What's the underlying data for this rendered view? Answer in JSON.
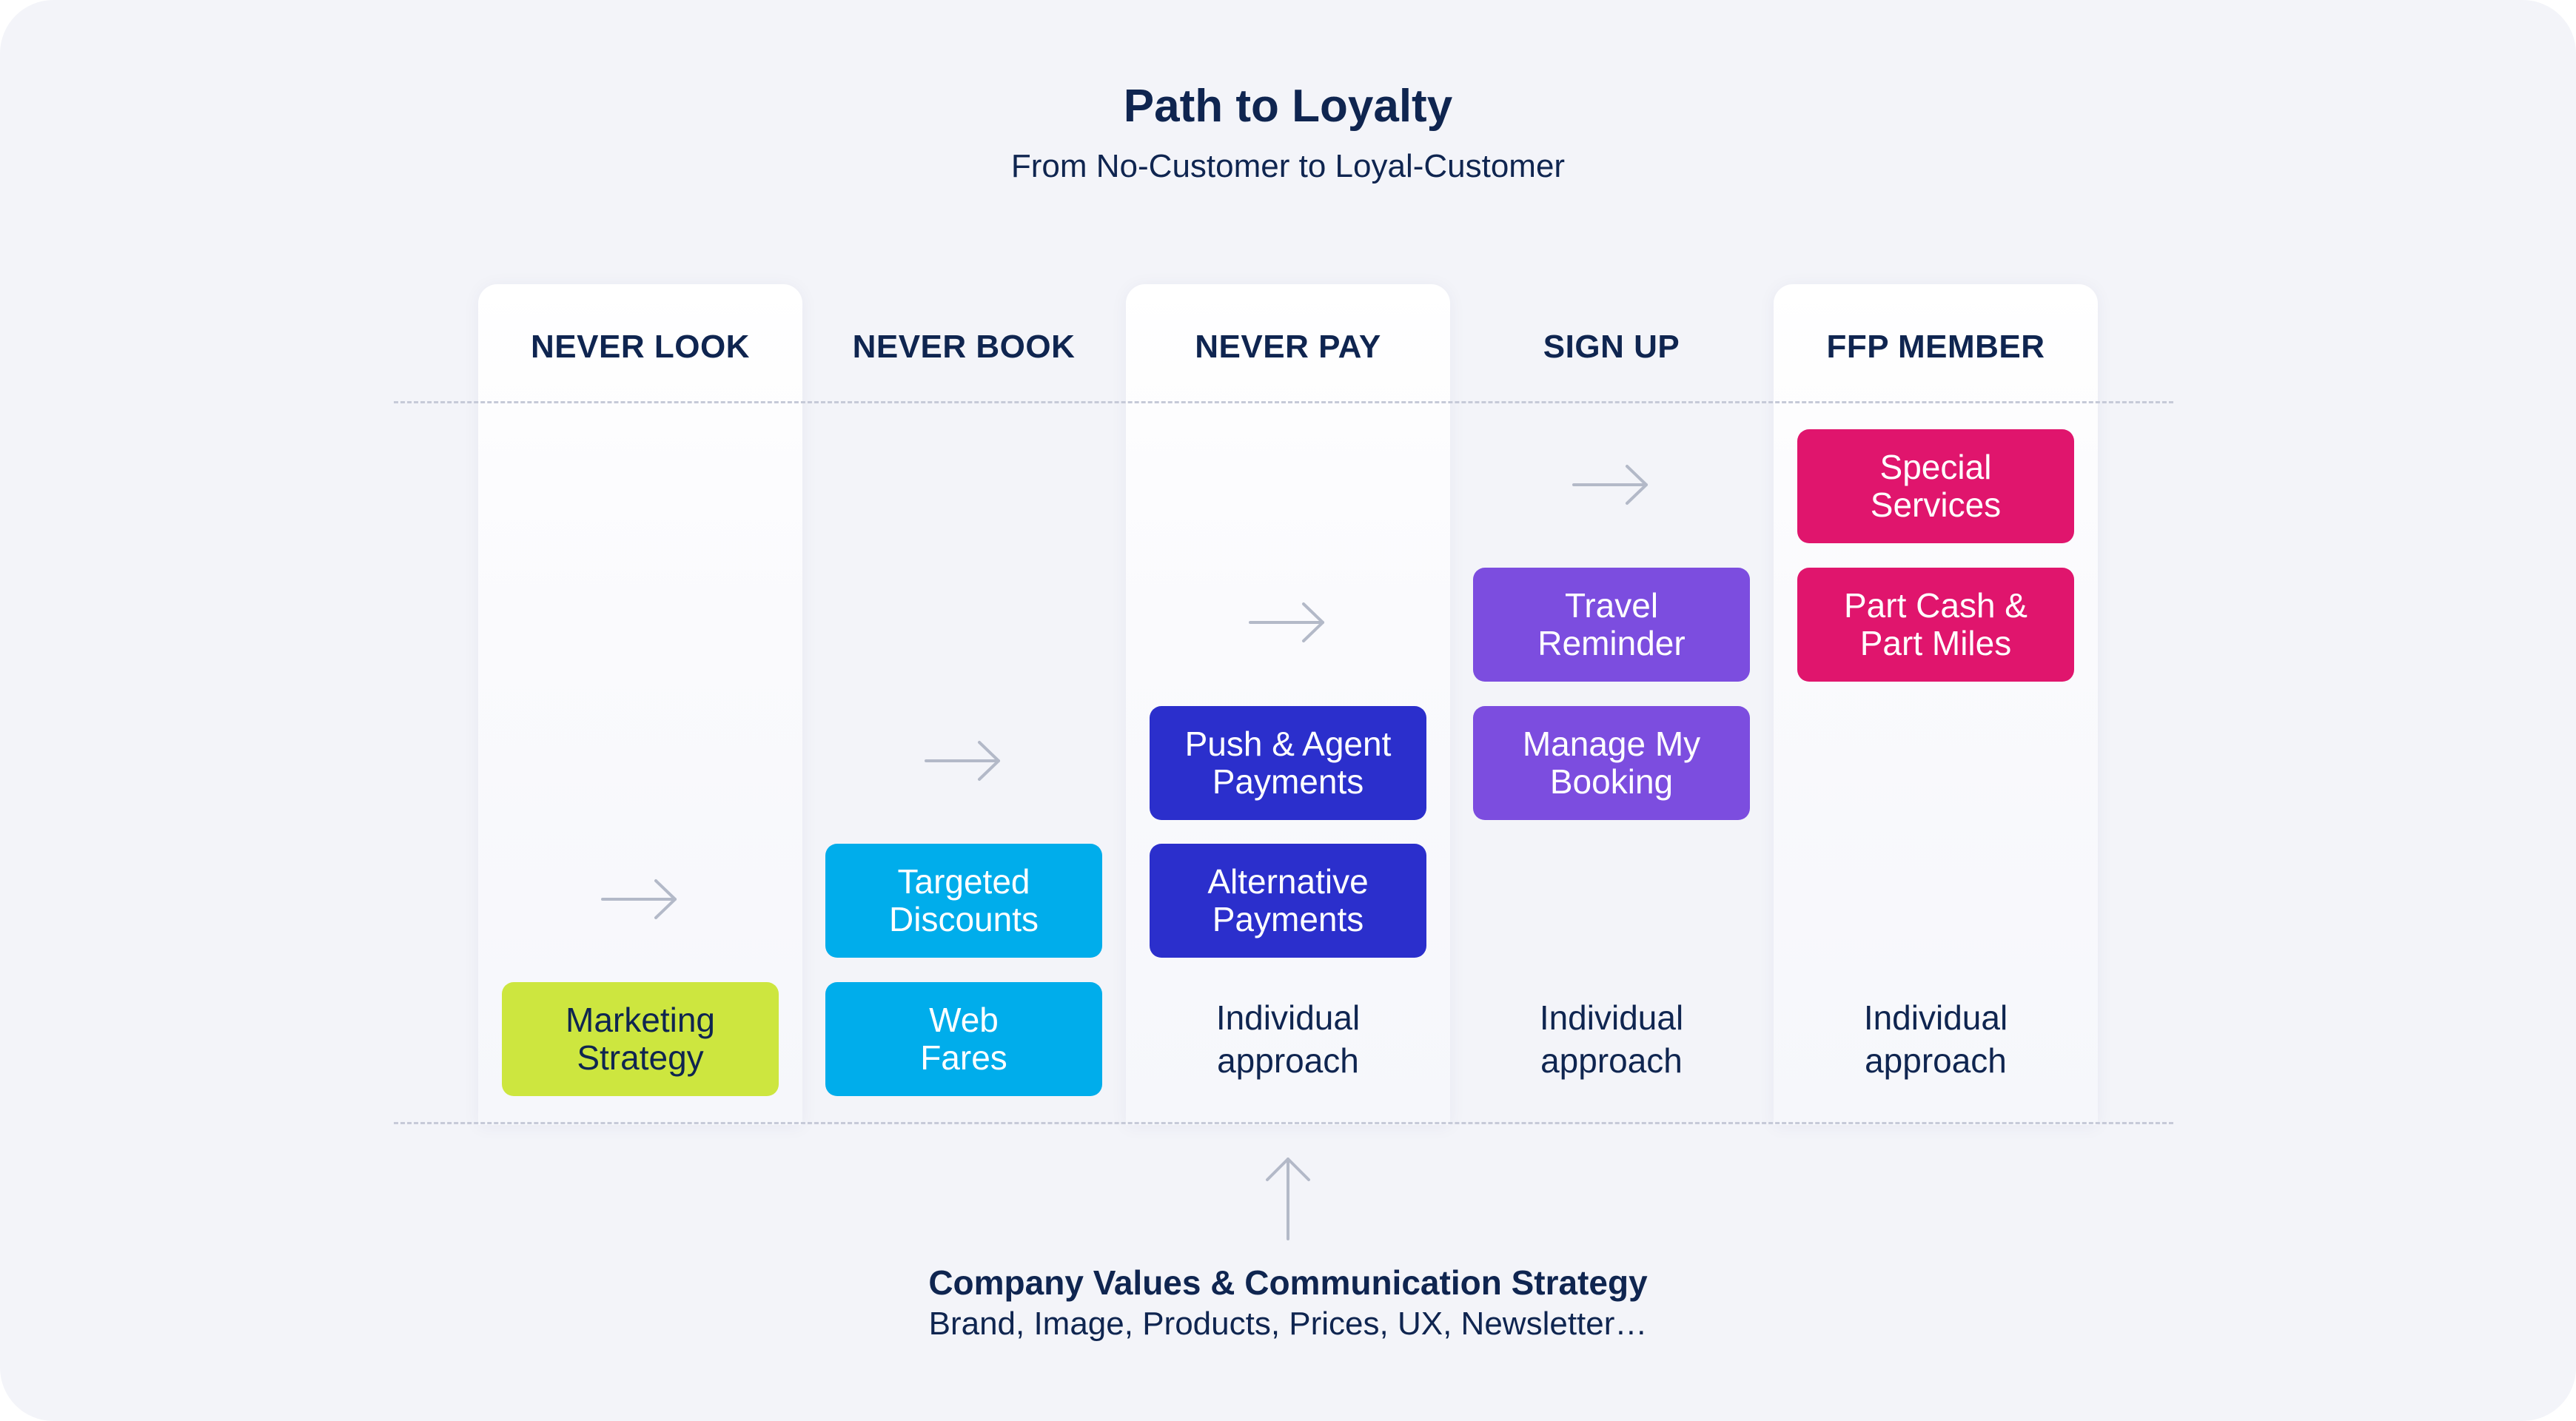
{
  "title": "Path to Loyalty",
  "subtitle": "From No-Customer to Loyal-Customer",
  "stages": [
    {
      "label": "NEVER LOOK"
    },
    {
      "label": "NEVER BOOK"
    },
    {
      "label": "NEVER PAY"
    },
    {
      "label": "SIGN UP"
    },
    {
      "label": "FFP MEMBER"
    }
  ],
  "boxes": {
    "marketing_strategy": [
      "Marketing",
      "Strategy"
    ],
    "web_fares": [
      "Web",
      "Fares"
    ],
    "targeted_discounts": [
      "Targeted",
      "Discounts"
    ],
    "alternative_payments": [
      "Alternative",
      "Payments"
    ],
    "push_agent_payments": [
      "Push & Agent",
      "Payments"
    ],
    "manage_my_booking": [
      "Manage My",
      "Booking"
    ],
    "travel_reminder": [
      "Travel",
      "Reminder"
    ],
    "part_cash_miles": [
      "Part Cash &",
      "Part Miles"
    ],
    "special_services": [
      "Special",
      "Services"
    ]
  },
  "individual_approach": [
    "Individual",
    "approach"
  ],
  "footer": {
    "title": "Company Values & Communication Strategy",
    "subtitle": "Brand, Image, Products, Prices, UX, Newsletter…"
  },
  "colors": {
    "lime": "#cde63f",
    "sky": "#00adeb",
    "indigo": "#2b2fcc",
    "violet": "#7c4ddf",
    "magenta": "#e0156d",
    "navy": "#0f2550",
    "arrow": "#b3b9c8"
  },
  "icons": {
    "stage_arrow": "arrow-right-icon",
    "foundation_arrow": "arrow-up-icon"
  }
}
